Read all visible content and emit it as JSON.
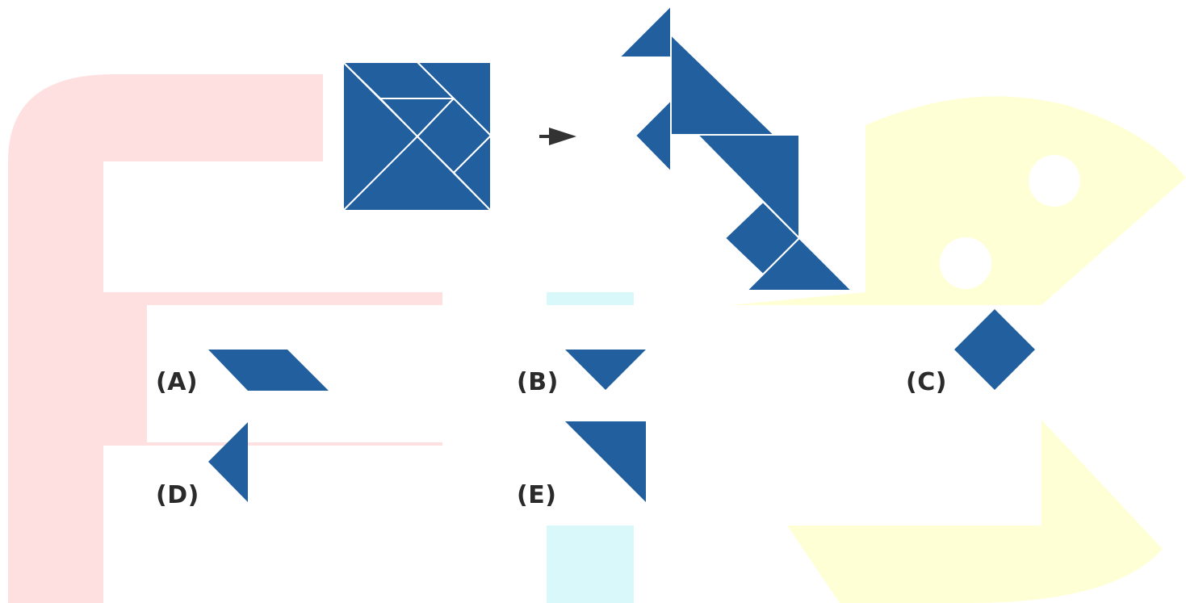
{
  "colors": {
    "piece": "#215f9f",
    "piece_line": "#ffffff",
    "arrow": "#333333",
    "watermark_pink": "#ffe0e0",
    "watermark_yellow": "#ffffd6",
    "watermark_cyan": "#d8f8fa",
    "label": "#2b2b2b"
  },
  "puzzle": {
    "source_figure": "tangram-square",
    "target_figure": "bird-shape",
    "arrow_icon": "arrow-right-icon"
  },
  "options": [
    {
      "label": "(A)",
      "shape": "parallelogram"
    },
    {
      "label": "(B)",
      "shape": "triangle-down"
    },
    {
      "label": "(C)",
      "shape": "square-diamond"
    },
    {
      "label": "(D)",
      "shape": "triangle-left"
    },
    {
      "label": "(E)",
      "shape": "triangle-right"
    }
  ]
}
